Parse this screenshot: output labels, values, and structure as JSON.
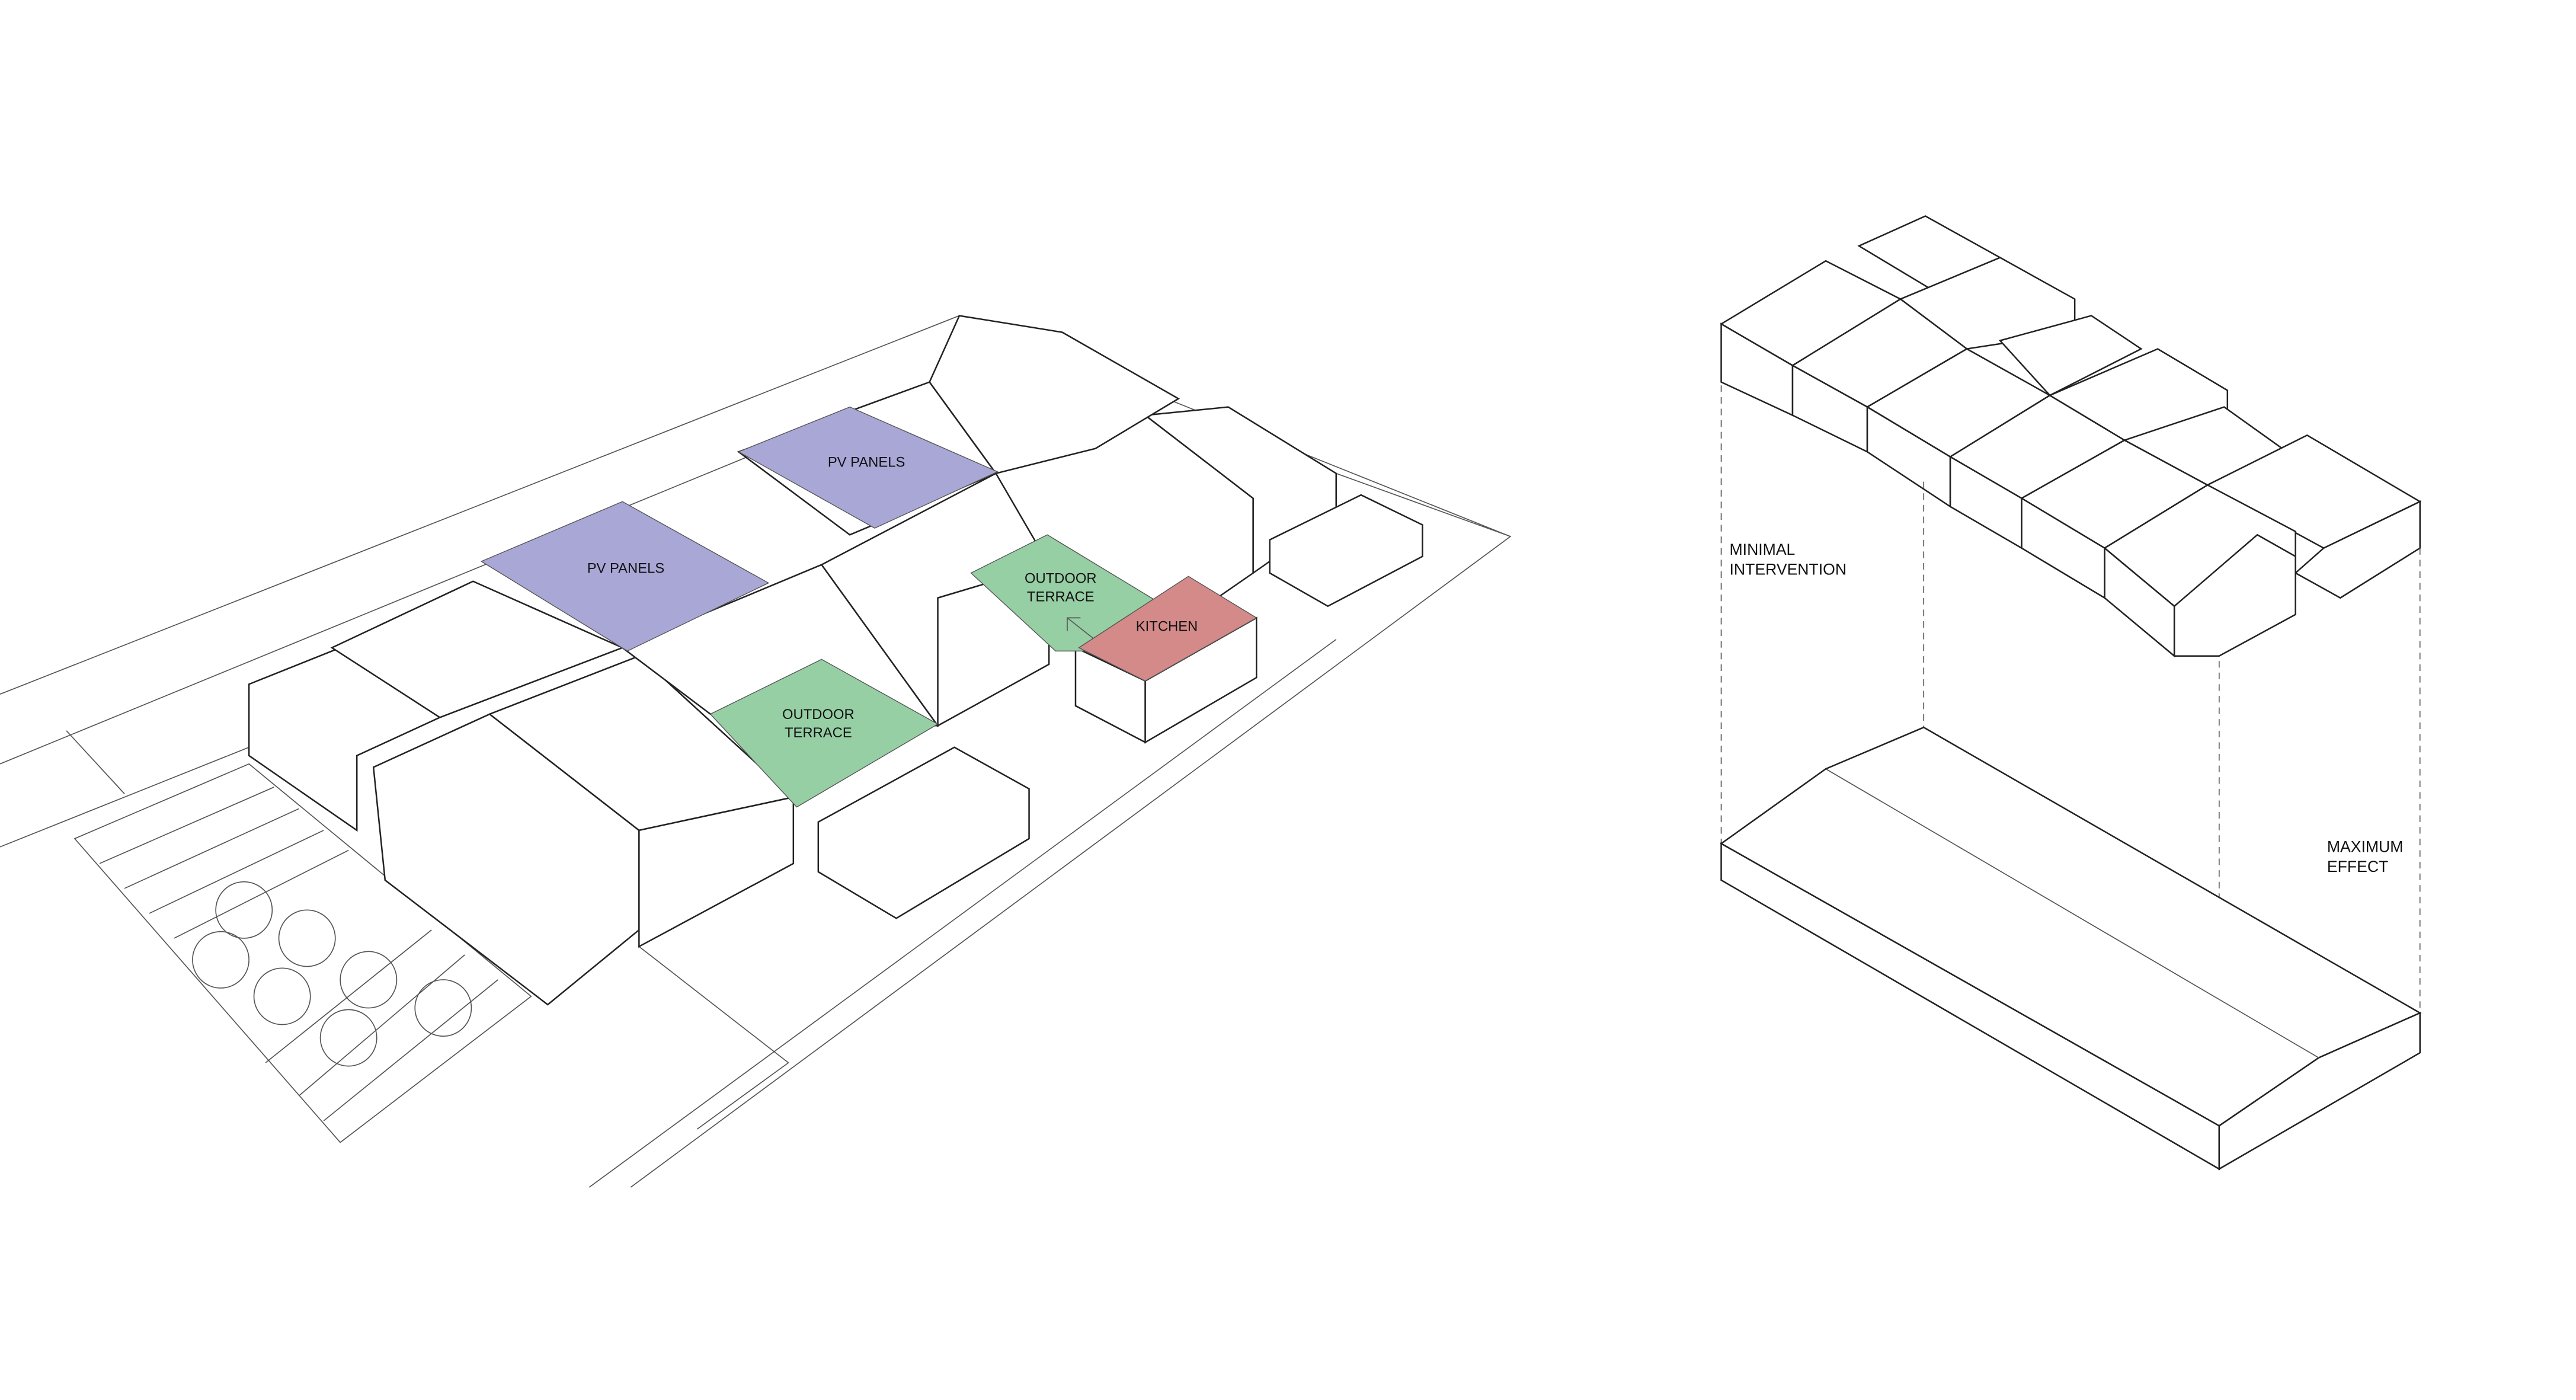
{
  "colors": {
    "pv_panels": "#a8a7d6",
    "outdoor_terrace": "#97cfa5",
    "kitchen": "#d58a8a",
    "line": "#555555"
  },
  "site_plan": {
    "pv_panels_1": "PV PANELS",
    "pv_panels_2": "PV PANELS",
    "terrace_1": [
      "OUTDOOR",
      "TERRACE"
    ],
    "terrace_2": [
      "OUTDOOR",
      "TERRACE"
    ],
    "kitchen": "KITCHEN"
  },
  "comparison": {
    "minimal": [
      "MINIMAL",
      "INTERVENTION"
    ],
    "maximum": [
      "MAXIMUM",
      "EFFECT"
    ]
  }
}
